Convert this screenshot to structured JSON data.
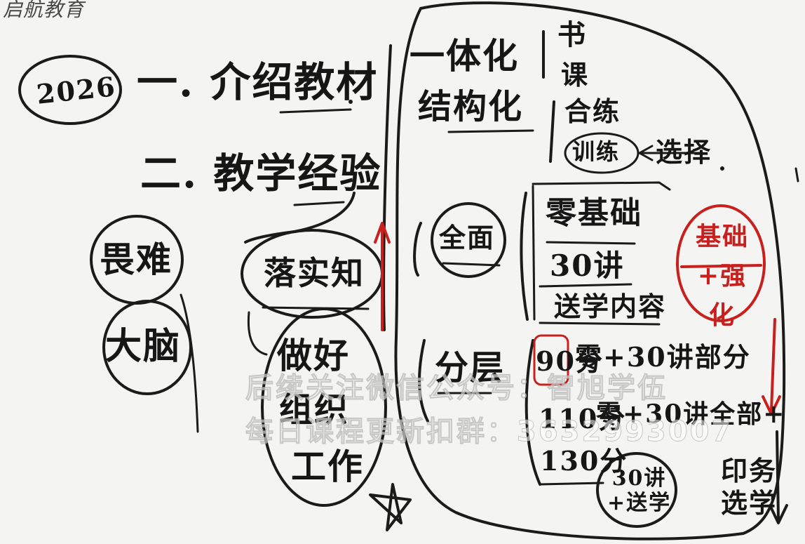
{
  "logo": "启航教育",
  "year_badge": "2026",
  "outline": {
    "item1": "一. 介绍教材",
    "item2": "二. 教学经验"
  },
  "left_circles": {
    "difficulty": "畏难",
    "big_brain": "大脑"
  },
  "center": {
    "implement": "落实知",
    "do_well": "做好",
    "organize": "组织",
    "work": "工作"
  },
  "right": {
    "integration": "一体化",
    "structuring": "结构化",
    "list": [
      "书",
      "课",
      "合练"
    ],
    "training": "训练",
    "select": "选择",
    "comprehensive": "全面",
    "zero_basis": "零基础",
    "thirty_lectures": "30讲",
    "supplement": "送学内容",
    "layered": "分层",
    "score_90": "90分",
    "line_90": "零+30讲部分",
    "score_110": "110分",
    "line_110": "零+30讲全部+",
    "score_130": "130分",
    "circle_130": "30讲\n+送学",
    "extra_bottom": "印务\n选学",
    "red_circle": "基础+强化"
  },
  "watermark": {
    "line1": "后续关注微信公众号：智旭学伍",
    "line2": "每日课程更新扣群：3632993007"
  },
  "colors": {
    "ink": "#1b1b1b",
    "red": "#c8201e",
    "paper": "#f4f4f2"
  }
}
